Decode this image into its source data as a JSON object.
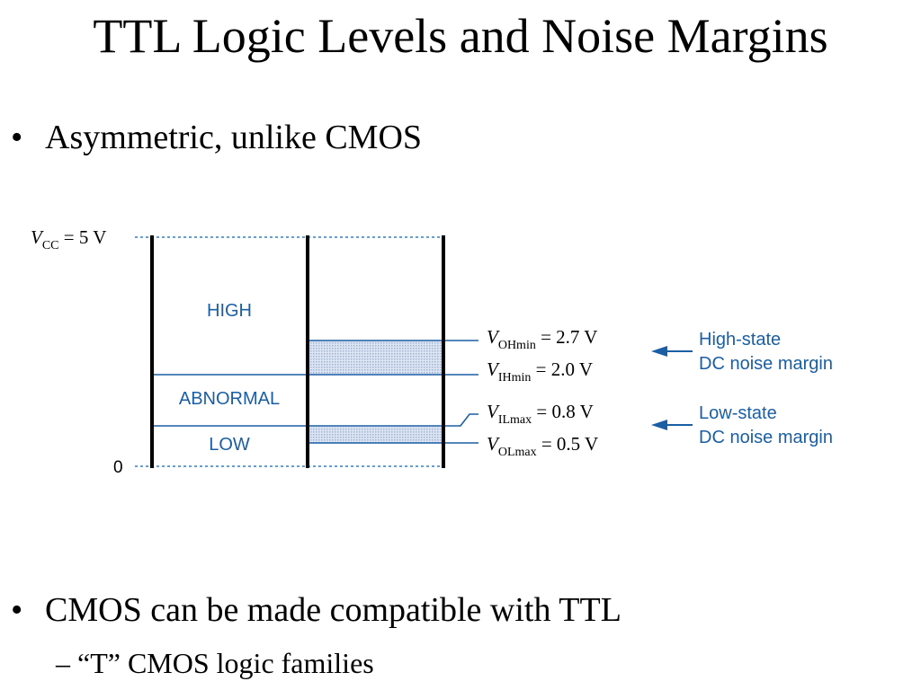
{
  "title": "TTL Logic Levels and Noise Margins",
  "bullet1": "Asymmetric, unlike CMOS",
  "bullet2": "CMOS can be made compatible with TTL",
  "sub_bullet": "– “T” CMOS logic families",
  "bullet_symbol": "•",
  "diagram": {
    "vcc_label": {
      "main": "V",
      "sub": "CC",
      "rest": " = 5 V"
    },
    "zero_label": "0",
    "regions": {
      "high": "HIGH",
      "abnormal": "ABNORMAL",
      "low": "LOW"
    },
    "levels": [
      {
        "main": "V",
        "sub": "OHmin",
        "rest": " = 2.7 V"
      },
      {
        "main": "V",
        "sub": "IHmin",
        "rest": " = 2.0 V"
      },
      {
        "main": "V",
        "sub": "ILmax",
        "rest": " = 0.8 V"
      },
      {
        "main": "V",
        "sub": "OLmax",
        "rest": " = 0.5 V"
      }
    ],
    "margins": [
      {
        "line1": "High-state",
        "line2": "DC noise margin"
      },
      {
        "line1": "Low-state",
        "line2": "DC noise margin"
      }
    ],
    "colors": {
      "line": "#1a5fa3",
      "shade": "#c5d2e8",
      "axis": "#000000"
    }
  }
}
